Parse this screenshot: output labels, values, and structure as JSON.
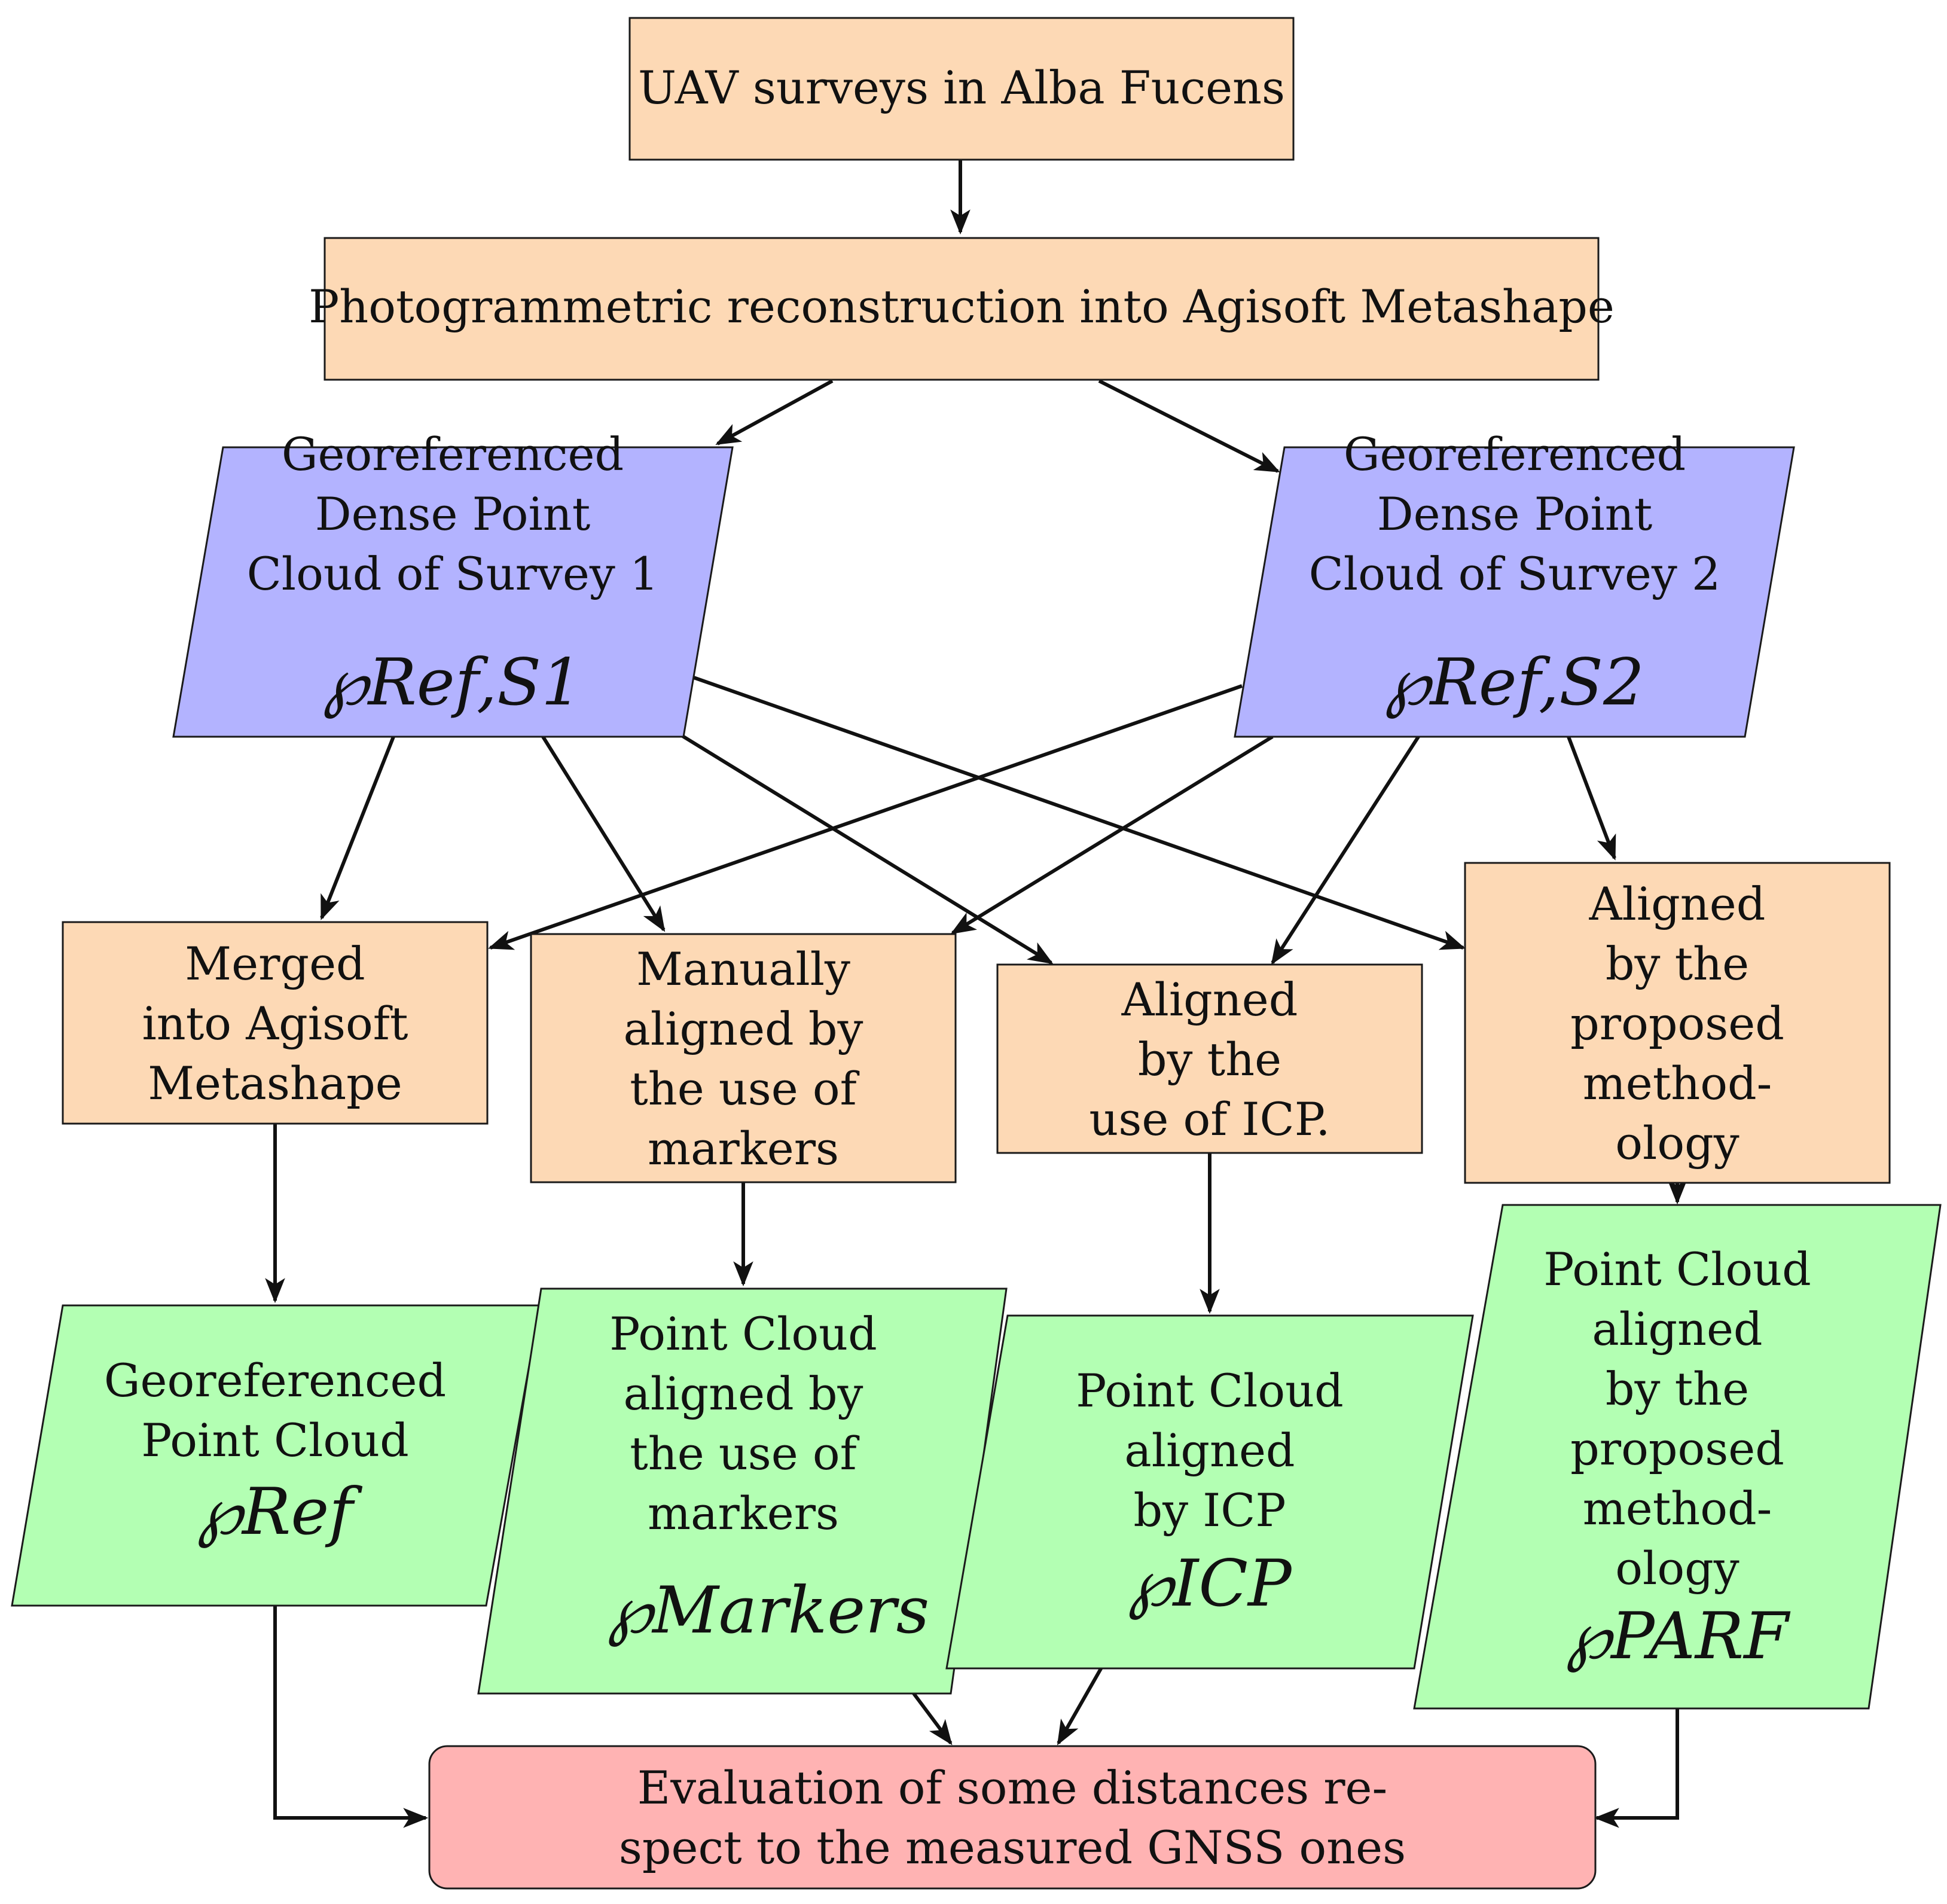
{
  "colors": {
    "process": "#fdd9b5",
    "data_blue": "#b3b3ff",
    "data_green": "#b3ffb3",
    "final": "#ffb3b3",
    "stroke": "#1a1a1a",
    "arrow": "#111111"
  },
  "nodes": {
    "uav": {
      "lines": [
        "UAV surveys in Alba Fucens"
      ]
    },
    "photo": {
      "lines": [
        "Photogrammetric reconstruction into Agisoft Metashape"
      ]
    },
    "s1": {
      "lines": [
        "Georeferenced",
        "Dense Point",
        "Cloud of Survey 1"
      ],
      "symbol": "℘Ref,S1"
    },
    "s2": {
      "lines": [
        "Georeferenced",
        "Dense Point",
        "Cloud of Survey 2"
      ],
      "symbol": "℘Ref,S2"
    },
    "merged": {
      "lines": [
        "Merged",
        "into Agisoft",
        "Metashape"
      ]
    },
    "manual": {
      "lines": [
        "Manually",
        "aligned by",
        "the use of",
        "markers"
      ]
    },
    "icp": {
      "lines": [
        "Aligned",
        "by the",
        "use of ICP."
      ]
    },
    "proposed": {
      "lines": [
        "Aligned",
        "by the",
        "proposed",
        "method-",
        "ology"
      ]
    },
    "pc_ref": {
      "lines": [
        "Georeferenced",
        "Point Cloud"
      ],
      "symbol": "℘Ref"
    },
    "pc_markers": {
      "lines": [
        "Point Cloud",
        "aligned by",
        "the use of",
        "markers"
      ],
      "symbol": "℘Markers"
    },
    "pc_icp": {
      "lines": [
        "Point Cloud",
        "aligned",
        "by ICP"
      ],
      "symbol": "℘ICP"
    },
    "pc_parf": {
      "lines": [
        "Point Cloud",
        "aligned",
        "by the",
        "proposed",
        "method-",
        "ology"
      ],
      "symbol": "℘PARF"
    },
    "eval": {
      "lines": [
        "Evaluation of some distances re-",
        "spect to the measured GNSS ones"
      ]
    }
  }
}
